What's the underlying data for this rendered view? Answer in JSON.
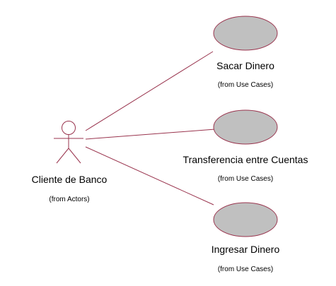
{
  "colors": {
    "line": "#99334d",
    "use_case_fill": "#c0c0c0",
    "text": "#000000",
    "background": "#ffffff"
  },
  "actor": {
    "name": "Cliente de Banco",
    "package": "(from Actors)"
  },
  "use_cases": [
    {
      "name": "Sacar Dinero",
      "package": "(from Use Cases)"
    },
    {
      "name": "Transferencia entre Cuentas",
      "package": "(from Use Cases)"
    },
    {
      "name": "Ingresar Dinero",
      "package": "(from Use Cases)"
    }
  ]
}
